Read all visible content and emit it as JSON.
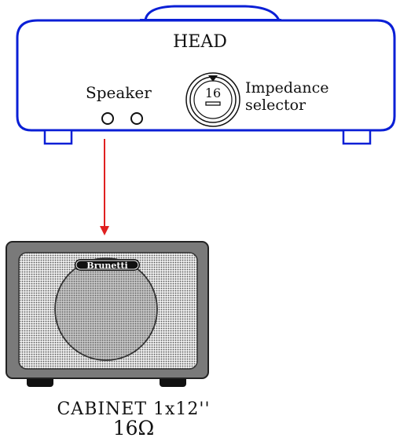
{
  "head": {
    "title": "HEAD",
    "speaker_label": "Speaker",
    "impedance_value": "16",
    "impedance_label_line1": "Impedance",
    "impedance_label_line2": "selector",
    "outline_color": "#0a1fd6"
  },
  "cabinet": {
    "brand": "Brunetti",
    "label_line1": "CABINET 1x12''",
    "label_line2": "16Ω",
    "body_color": "#7a7a7a",
    "grille_color": "#d9d9d9"
  },
  "connection": {
    "color": "#e02020"
  }
}
